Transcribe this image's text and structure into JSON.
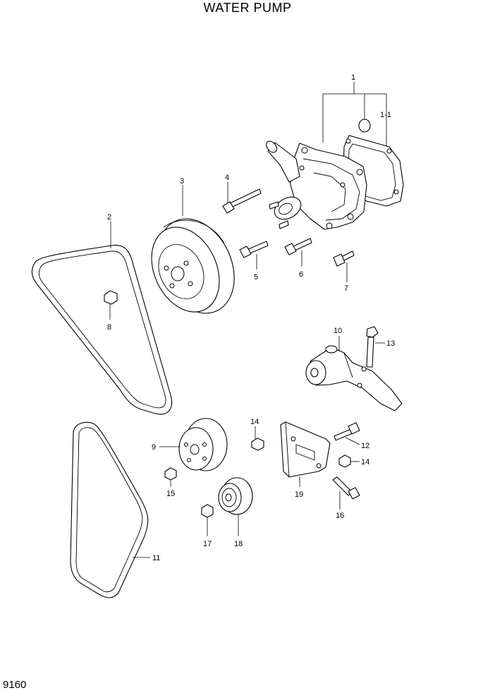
{
  "title": "WATER PUMP",
  "page_number": "9160",
  "callouts": {
    "c1": "1",
    "c1_1": "1-1",
    "c2": "2",
    "c3": "3",
    "c4": "4",
    "c5": "5",
    "c6": "6",
    "c7": "7",
    "c8": "8",
    "c9": "9",
    "c10": "10",
    "c11": "11",
    "c12": "12",
    "c13": "13",
    "c14a": "14",
    "c14b": "14",
    "c15": "15",
    "c16": "16",
    "c17": "17",
    "c18": "18",
    "c19": "19"
  }
}
